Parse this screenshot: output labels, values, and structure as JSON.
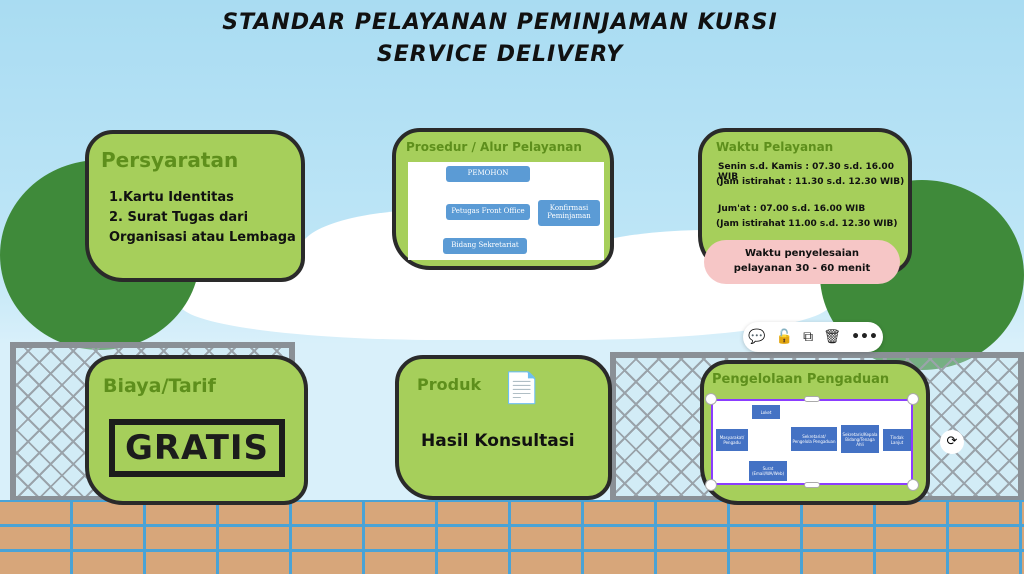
{
  "title": {
    "line1": "STANDAR PELAYANAN PEMINJAMAN KURSI",
    "line2": "SERVICE DELIVERY"
  },
  "persyaratan": {
    "heading": "Persyaratan",
    "items": [
      "1.Kartu Identitas",
      "2. Surat Tugas dari",
      "Organisasi atau Lembaga"
    ]
  },
  "prosedur": {
    "heading": "Prosedur / Alur Pelayanan",
    "boxes": [
      "PEMOHON",
      "Petugas Front Office",
      "Bidang Sekretariat",
      "Konfirmasi Peminjaman"
    ]
  },
  "waktu": {
    "heading": "Waktu Pelayanan",
    "lines": [
      "Senin s.d. Kamis : 07.30 s.d. 16.00 WIB",
      "(Jam istirahat : 11.30 s.d. 12.30 WIB)",
      "Jum'at : 07.00 s.d. 16.00 WIB",
      "(Jam istirahat 11.00 s.d. 12.30 WIB)"
    ],
    "badge": [
      "Waktu penyelesaian",
      "pelayanan 30 - 60 menit"
    ]
  },
  "biaya": {
    "heading": "Biaya/Tarif",
    "value": "GRATIS"
  },
  "produk": {
    "heading": "Produk",
    "value": "Hasil Konsultasi"
  },
  "pengaduan": {
    "heading": "Pengelolaan Pengaduan",
    "boxes": [
      "Loket",
      "Masyarakat/ Pengadu",
      "Sekretariat/ Pengelola Pengaduan",
      "Sekretaris/Kepala Bidang/Tenaga Ahli",
      "Tindak Lanjut",
      "Surat (Email/WA/Web)"
    ]
  },
  "toolbar": {
    "icons": [
      "comment-add-icon",
      "unlock-icon",
      "duplicate-icon",
      "trash-icon",
      "more-icon"
    ]
  }
}
